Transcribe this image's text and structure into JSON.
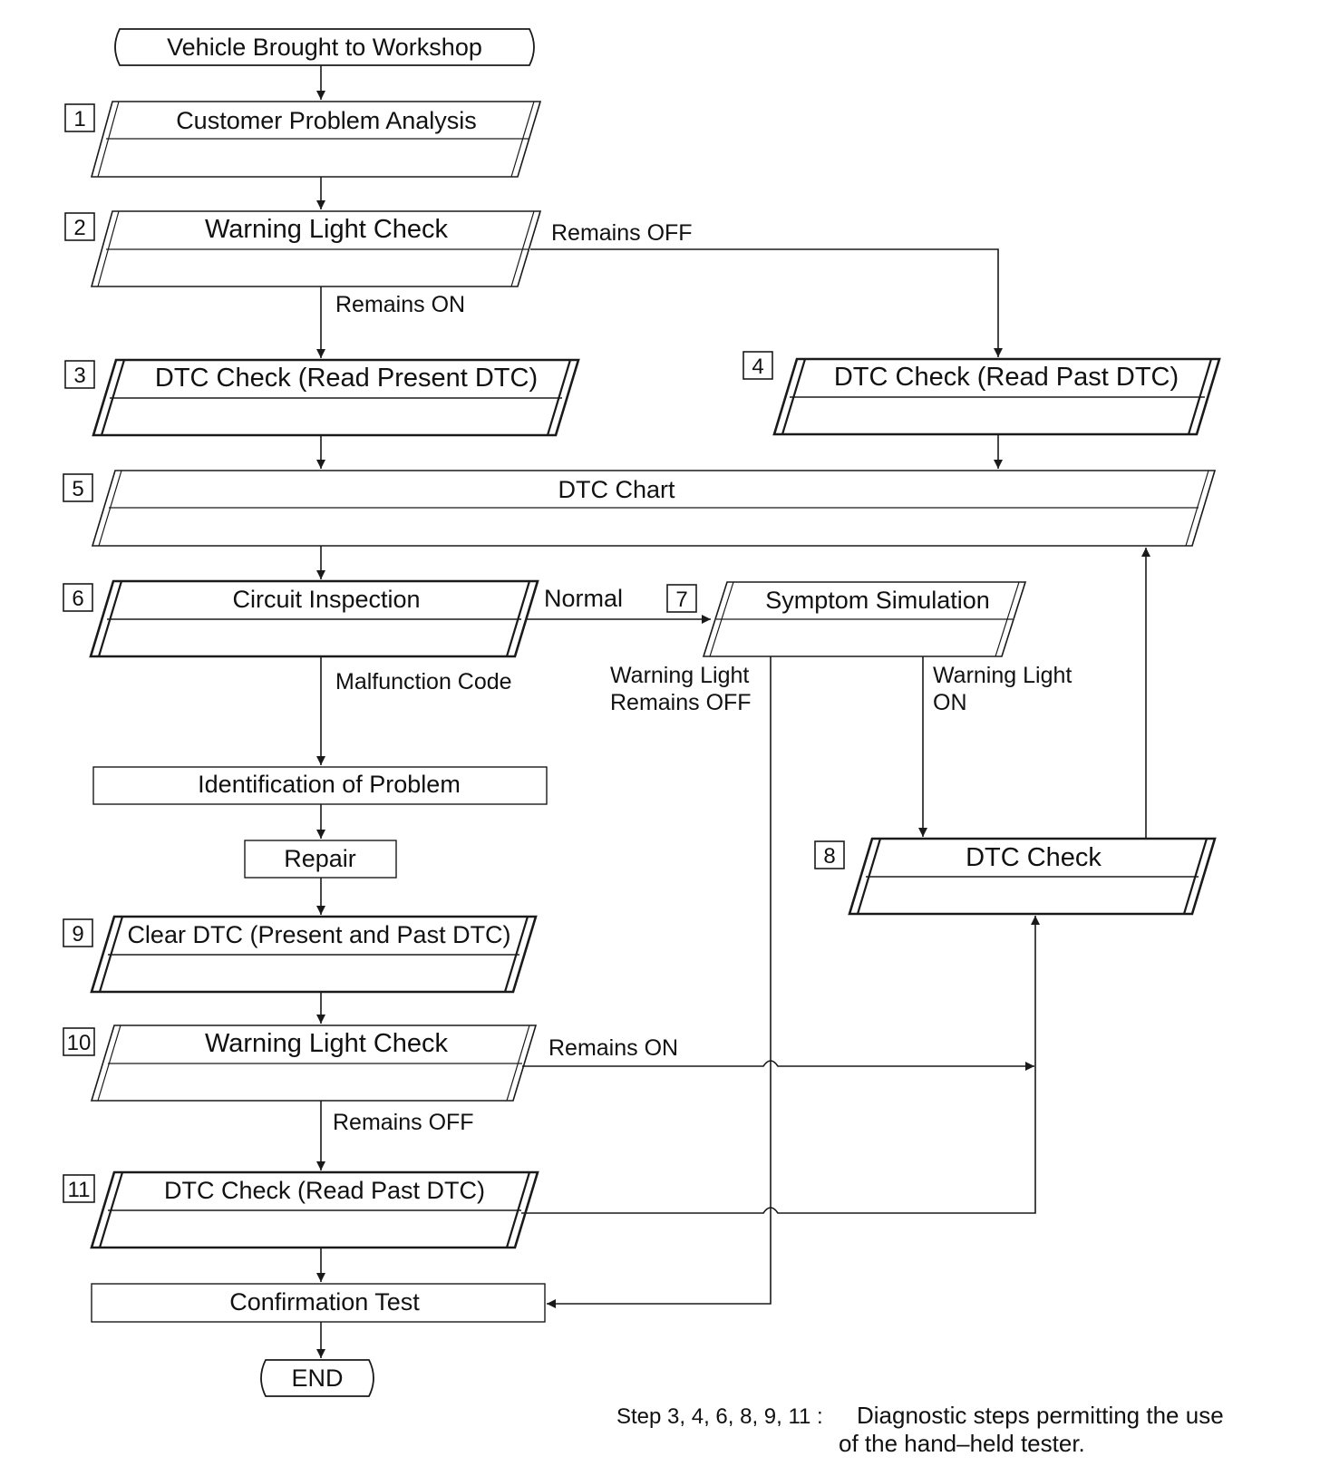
{
  "nodes": {
    "start": {
      "label": "Vehicle Brought to Workshop"
    },
    "s1": {
      "num": "1",
      "label": "Customer Problem Analysis"
    },
    "s2": {
      "num": "2",
      "label": "Warning Light Check"
    },
    "s3": {
      "num": "3",
      "label": "DTC Check (Read Present DTC)"
    },
    "s4": {
      "num": "4",
      "label": "DTC Check (Read Past DTC)"
    },
    "s5": {
      "num": "5",
      "label": "DTC Chart"
    },
    "s6": {
      "num": "6",
      "label": "Circuit Inspection"
    },
    "s7": {
      "num": "7",
      "label": "Symptom Simulation"
    },
    "s8": {
      "num": "8",
      "label": "DTC Check"
    },
    "ident": {
      "label": "Identification of Problem"
    },
    "repair": {
      "label": "Repair"
    },
    "s9": {
      "num": "9",
      "label": "Clear DTC (Present and Past DTC)"
    },
    "s10": {
      "num": "10",
      "label": "Warning Light Check"
    },
    "s11": {
      "num": "11",
      "label": "DTC Check (Read Past DTC)"
    },
    "confirm": {
      "label": "Confirmation Test"
    },
    "end": {
      "label": "END"
    }
  },
  "edges": {
    "s2_off": "Remains OFF",
    "s2_on": "Remains ON",
    "s6_normal": "Normal",
    "s6_malfunction": "Malfunction Code",
    "s7_off_1": "Warning Light",
    "s7_off_2": "Remains OFF",
    "s7_on_1": "Warning Light",
    "s7_on_2": "ON",
    "s10_on": "Remains ON",
    "s10_off": "Remains OFF"
  },
  "footnote": {
    "prefix": "Step 3, 4, 6, 8, 9, 11 :",
    "line1": "Diagnostic steps permitting the use",
    "line2": "of the hand–held tester."
  }
}
